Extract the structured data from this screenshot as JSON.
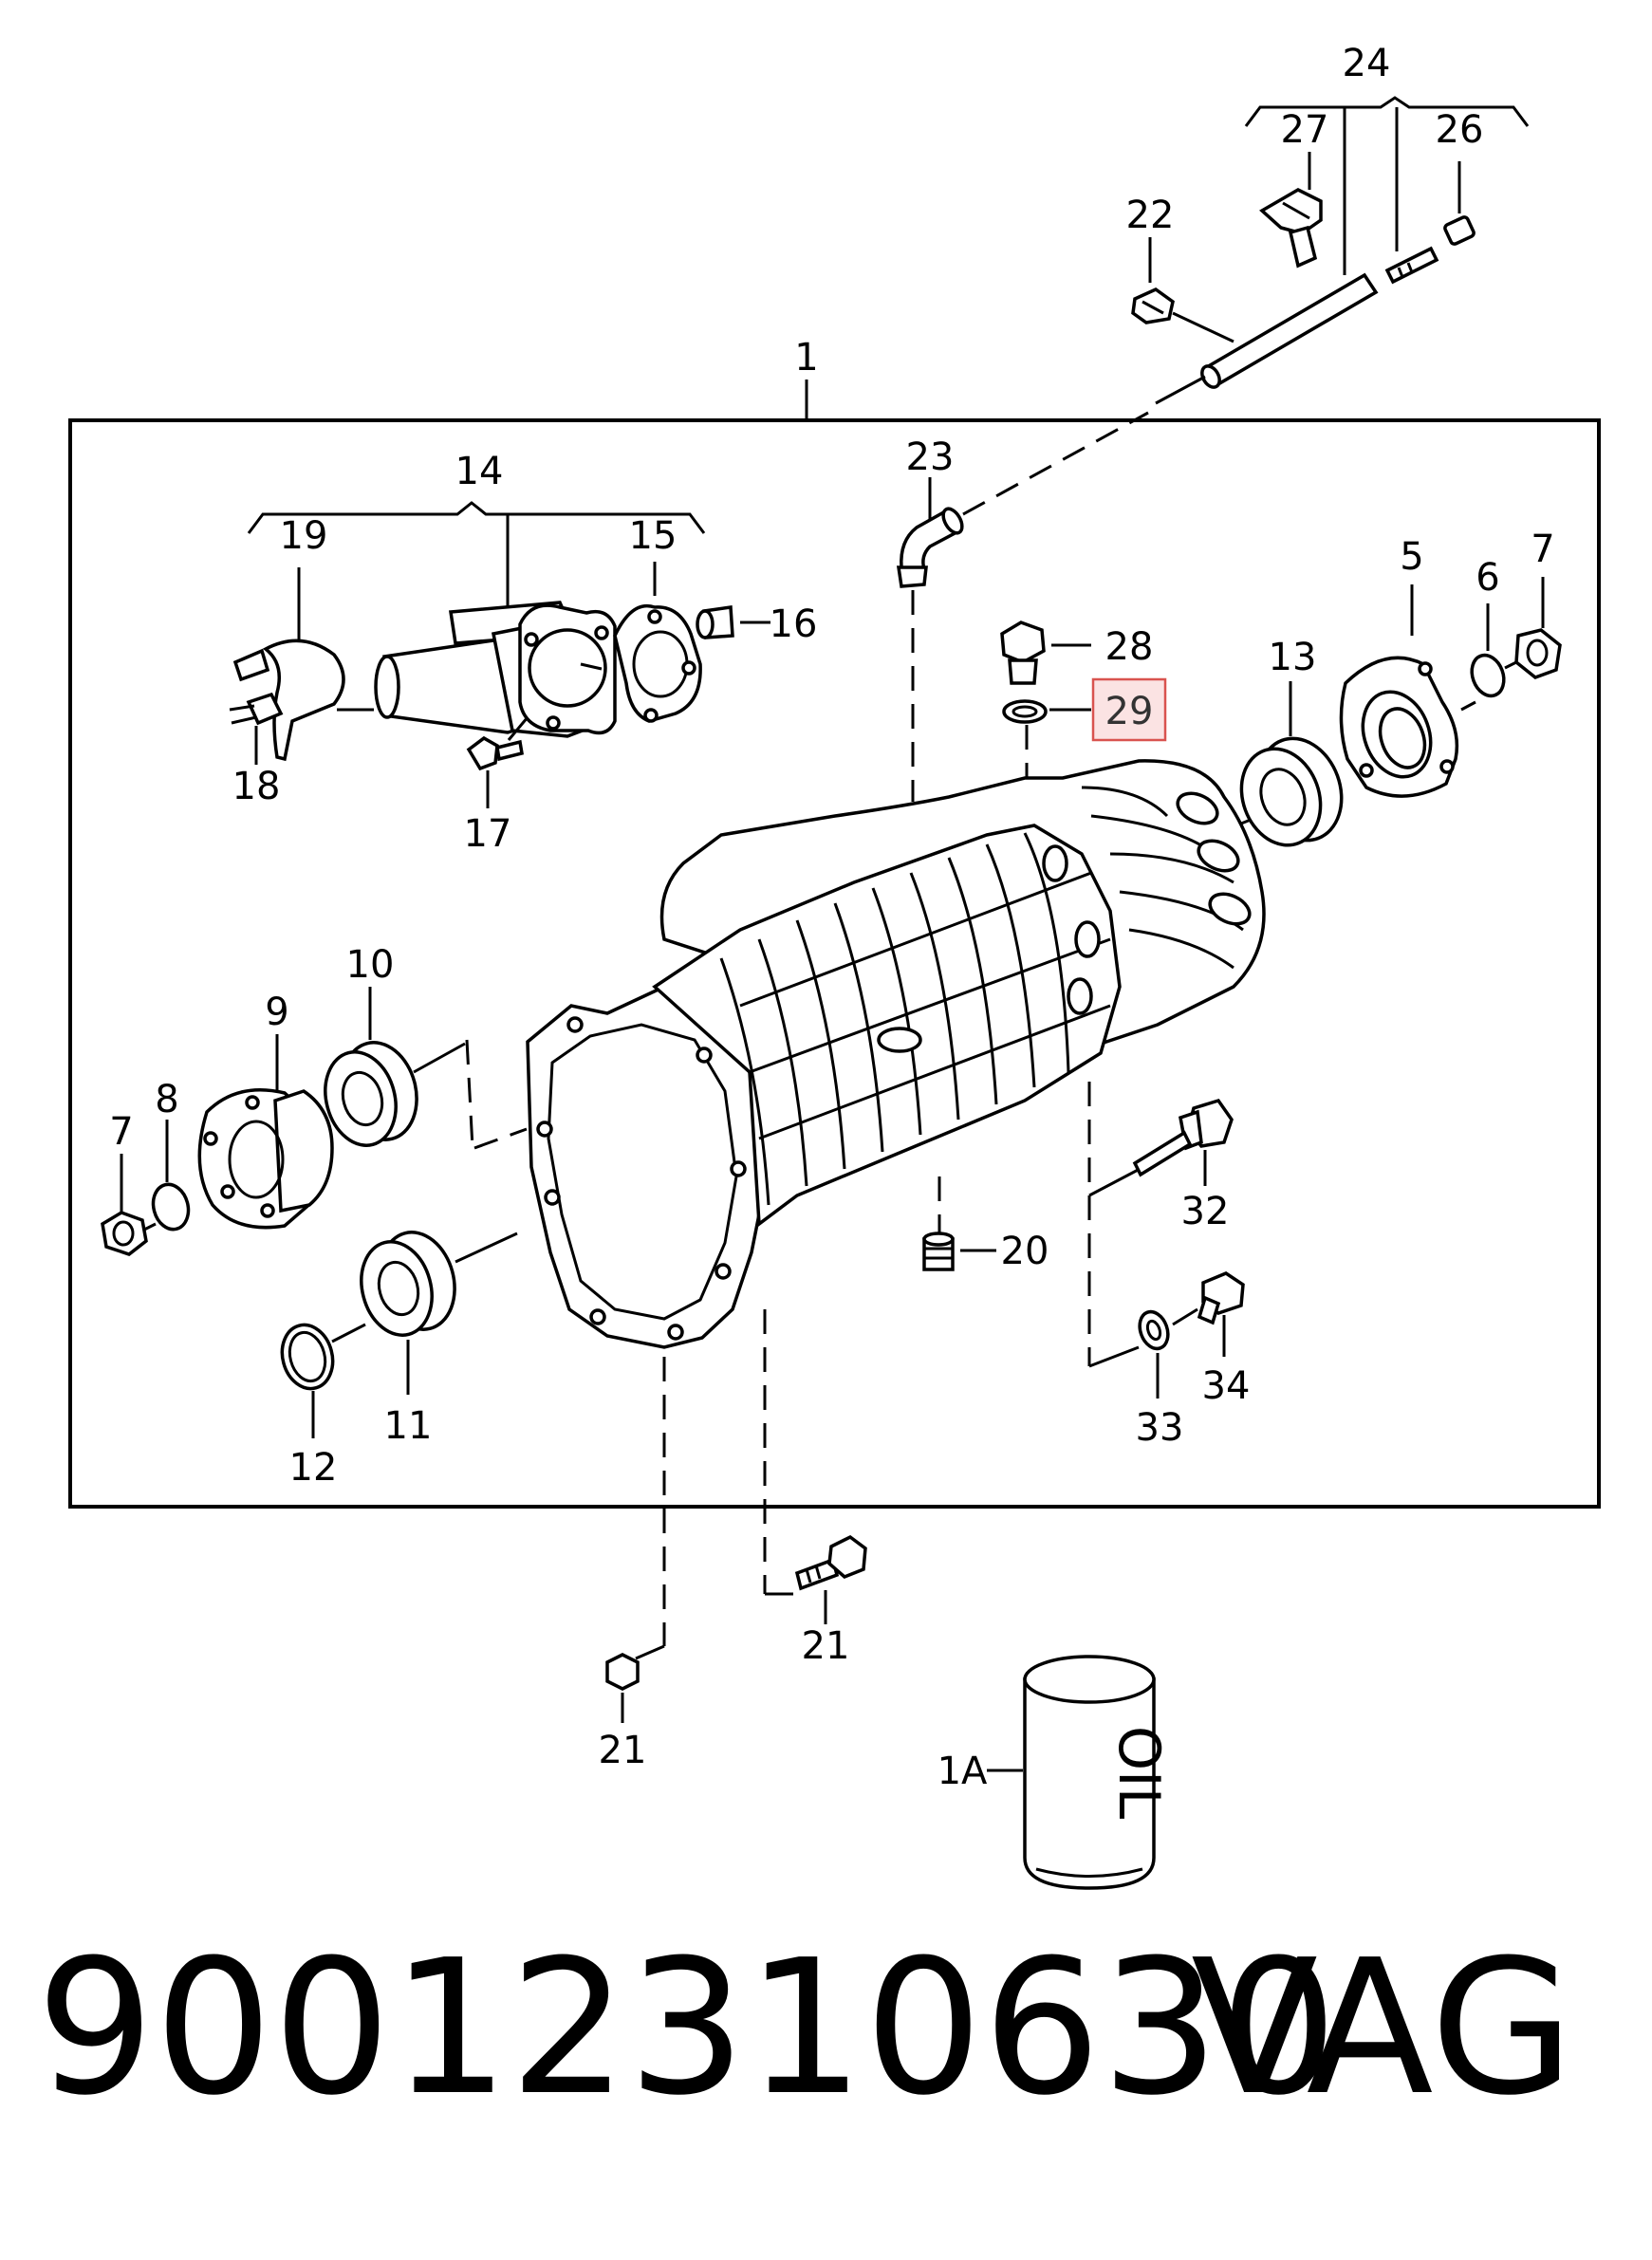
{
  "diagram": {
    "callouts": [
      {
        "id": "c24",
        "text": "24"
      },
      {
        "id": "c27",
        "text": "27"
      },
      {
        "id": "c26",
        "text": "26"
      },
      {
        "id": "c22",
        "text": "22"
      },
      {
        "id": "c1",
        "text": "1"
      },
      {
        "id": "c14",
        "text": "14"
      },
      {
        "id": "c19",
        "text": "19"
      },
      {
        "id": "c15",
        "text": "15"
      },
      {
        "id": "c16",
        "text": "16"
      },
      {
        "id": "c18",
        "text": "18"
      },
      {
        "id": "c17",
        "text": "17"
      },
      {
        "id": "c23",
        "text": "23"
      },
      {
        "id": "c28",
        "text": "28"
      },
      {
        "id": "c29",
        "text": "29"
      },
      {
        "id": "c13",
        "text": "13"
      },
      {
        "id": "c5",
        "text": "5"
      },
      {
        "id": "c6",
        "text": "6"
      },
      {
        "id": "c7r",
        "text": "7"
      },
      {
        "id": "c10",
        "text": "10"
      },
      {
        "id": "c9",
        "text": "9"
      },
      {
        "id": "c8",
        "text": "8"
      },
      {
        "id": "c7l",
        "text": "7"
      },
      {
        "id": "c11",
        "text": "11"
      },
      {
        "id": "c12",
        "text": "12"
      },
      {
        "id": "c20",
        "text": "20"
      },
      {
        "id": "c32",
        "text": "32"
      },
      {
        "id": "c33",
        "text": "33"
      },
      {
        "id": "c34",
        "text": "34"
      },
      {
        "id": "c21a",
        "text": "21"
      },
      {
        "id": "c21b",
        "text": "21"
      },
      {
        "id": "c1A",
        "text": "1A"
      }
    ],
    "oil_can_text": "OIL",
    "highlight_color": "#d9534f",
    "highlight_fill": "#fbe3e3"
  },
  "footer": {
    "part_number": "90012310630",
    "brand": "VAG"
  }
}
